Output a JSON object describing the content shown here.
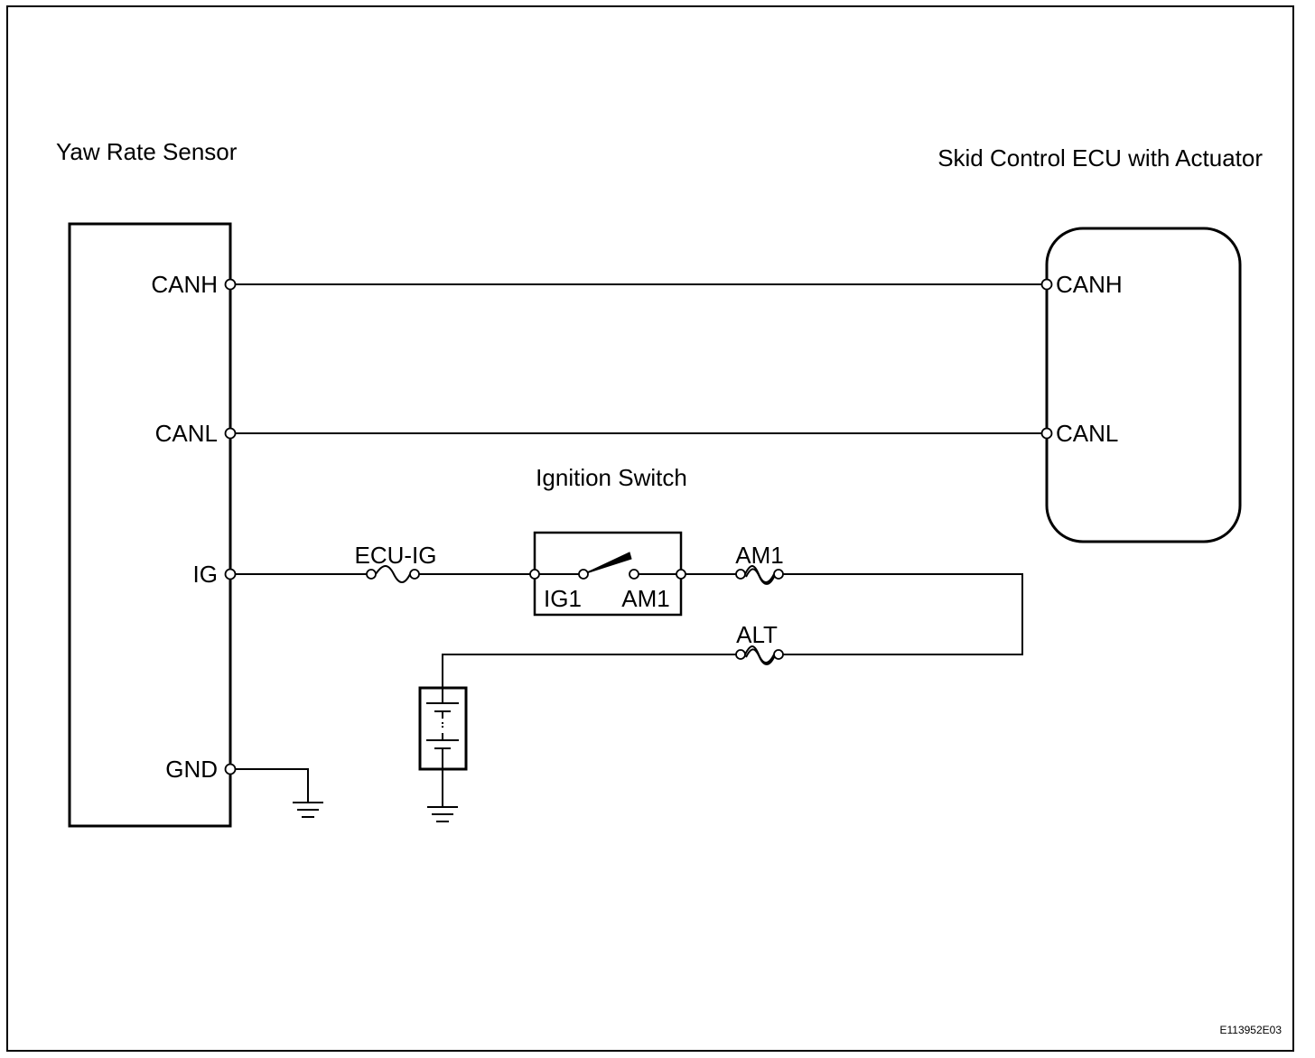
{
  "components": {
    "yaw_rate_sensor": {
      "title": "Yaw Rate Sensor",
      "pins": {
        "canh": "CANH",
        "canl": "CANL",
        "ig": "IG",
        "gnd": "GND"
      }
    },
    "skid_control_ecu": {
      "title": "Skid Control ECU with Actuator",
      "pins": {
        "canh": "CANH",
        "canl": "CANL"
      }
    },
    "ignition_switch": {
      "title": "Ignition Switch",
      "terminals": {
        "ig1": "IG1",
        "am1": "AM1"
      }
    }
  },
  "fuses": {
    "ecu_ig": "ECU-IG",
    "am1": "AM1",
    "alt": "ALT"
  },
  "figure_code": "E113952E03"
}
